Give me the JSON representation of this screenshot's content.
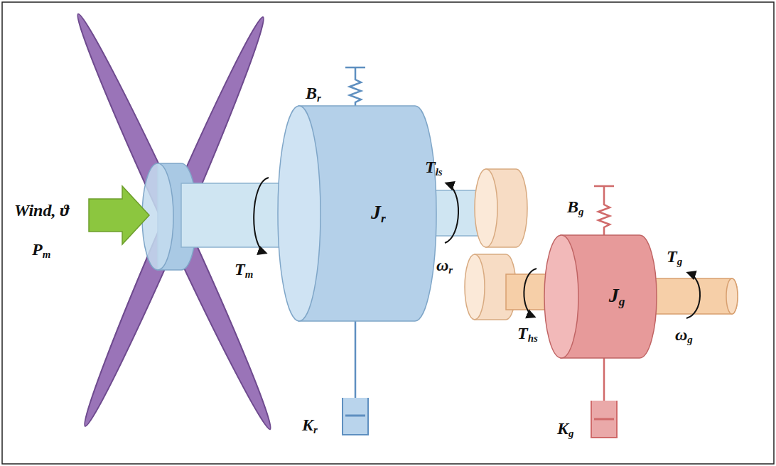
{
  "diagram": {
    "nodes": [
      {
        "text": [
          "Jr"
        ]
      },
      {
        "text": [
          "Jg"
        ]
      }
    ],
    "labels": [
      "Wind, ϑ",
      "Pm",
      "Tm",
      "Br",
      "Kr",
      "Tls",
      "ωr",
      "Ths",
      "Bg",
      "Kg",
      "Tg",
      "ωg"
    ]
  }
}
